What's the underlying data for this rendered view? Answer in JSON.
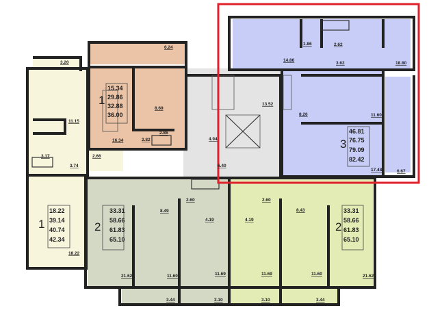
{
  "colors": {
    "one_room_orange": "#ebc3a6",
    "one_room_cream": "#f8f5dd",
    "three_room_blue": "#c7cdf6",
    "two_room_grey": "#d4d9c6",
    "two_room_yellow": "#e3ecb4",
    "common_area": "#e4e4e4",
    "highlight": "#e0202a"
  },
  "apt_left": {
    "rooms": "1",
    "areas": [
      "18.22",
      "39.14",
      "40.74",
      "42.34"
    ],
    "labels": {
      "balcony": "3.20",
      "kitchen": "11.15",
      "bath": "3.17",
      "hall": "2.66",
      "corridor": "3.74",
      "living": "18.22"
    }
  },
  "apt_orange": {
    "rooms": "1",
    "areas": [
      "15.34",
      "29.86",
      "32.88",
      "36.00"
    ],
    "labels": {
      "balcony": "6.24",
      "living": "16.34",
      "kitchen": "8.69",
      "hall": "2.82",
      "bath": "2.86"
    }
  },
  "common": {
    "lobby": "13.52",
    "hall": "4.94",
    "corridor": "6.40"
  },
  "apt_blue": {
    "rooms": "3",
    "areas": [
      "46.81",
      "76.75",
      "79.09",
      "82.42"
    ],
    "labels": {
      "wc": "1.86",
      "bath": "2.62",
      "room1": "14.86",
      "hall_top": "3.62",
      "room2": "18.80",
      "hall": "8.26",
      "kitchen": "11.60",
      "living": "17.48",
      "balcony": "6.67"
    }
  },
  "apt_grey": {
    "rooms": "2",
    "areas": [
      "33.31",
      "58.66",
      "61.83",
      "65.10"
    ],
    "labels": {
      "bath": "2.60",
      "hall": "8.49",
      "wc": "4.19",
      "living": "21.62",
      "kitchen": "11.60",
      "bedroom": "11.69",
      "balcony1": "3.44",
      "balcony2": "3.10"
    }
  },
  "apt_yellow": {
    "rooms": "2",
    "areas": [
      "33.31",
      "58.66",
      "61.83",
      "65.10"
    ],
    "labels": {
      "bath": "2.60",
      "hall": "8.43",
      "wc": "4.19",
      "bedroom": "11.69",
      "kitchen": "11.60",
      "living": "21.62",
      "balcony1": "3.10",
      "balcony2": "3.44"
    }
  }
}
